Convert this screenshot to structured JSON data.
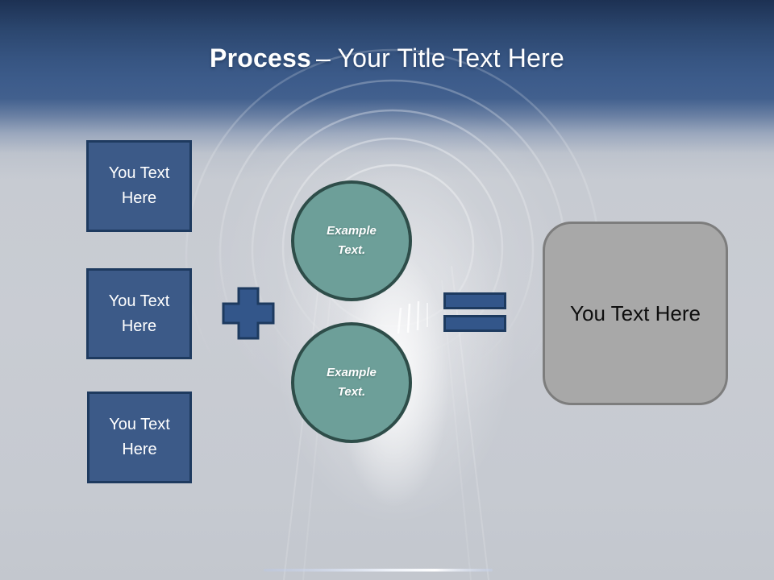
{
  "title": {
    "bold": "Process",
    "rest": "– Your Title Text Here"
  },
  "inputs": [
    {
      "label": "You Text Here"
    },
    {
      "label": "You Text Here"
    },
    {
      "label": "You Text Here"
    }
  ],
  "operators": {
    "plus_icon": "plus-sign",
    "equals_icon": "equals-sign"
  },
  "examples": [
    {
      "label": "Example Text."
    },
    {
      "label": "Example Text."
    }
  ],
  "result": {
    "label": "You Text Here"
  },
  "colors": {
    "header_top": "#1d3153",
    "header_blue": "#3d5c8b",
    "canvas_gray": "#c8ccd3",
    "shape_blue_fill": "#3c5a88",
    "shape_blue_border": "#1e3a5f",
    "operator_fill": "#33568a",
    "operator_border": "#1d3a5f",
    "circle_teal_fill": "#6d9f99",
    "circle_teal_border": "#2e4d49",
    "result_gray_fill": "#a8a8a8",
    "result_gray_border": "#7d7d7d"
  }
}
